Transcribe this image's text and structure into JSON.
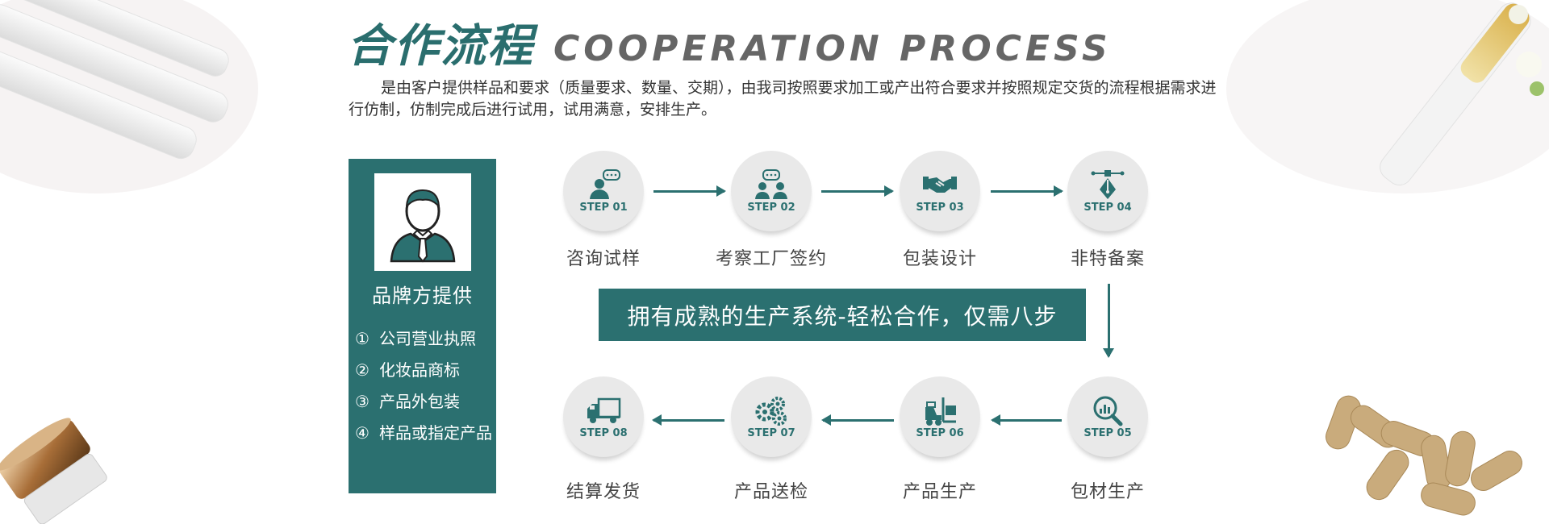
{
  "header": {
    "title_cn": "合作流程",
    "title_en": "COOPERATION PROCESS",
    "description": "是由客户提供样品和要求（质量要求、数量、交期），由我司按照要求加工或产出符合要求并按照规定交货的流程根据需求进行仿制，仿制完成后进行试用，试用满意，安排生产。"
  },
  "panel": {
    "title": "品牌方提供",
    "items": [
      {
        "num": "①",
        "text": "公司营业执照"
      },
      {
        "num": "②",
        "text": "化妆品商标"
      },
      {
        "num": "③",
        "text": "产品外包装"
      },
      {
        "num": "④",
        "text": "样品或指定产品"
      }
    ]
  },
  "banner": "拥有成熟的生产系统-轻松合作，仅需八步",
  "steps": [
    {
      "label": "STEP 01",
      "name": "咨询试样",
      "icon": "consultant-chat-icon"
    },
    {
      "label": "STEP 02",
      "name": "考察工厂签约",
      "icon": "meeting-icon"
    },
    {
      "label": "STEP 03",
      "name": "包装设计",
      "icon": "handshake-icon"
    },
    {
      "label": "STEP 04",
      "name": "非特备案",
      "icon": "pen-tool-icon"
    },
    {
      "label": "STEP 05",
      "name": "包材生产",
      "icon": "magnifier-chart-icon"
    },
    {
      "label": "STEP 06",
      "name": "产品生产",
      "icon": "forklift-icon"
    },
    {
      "label": "STEP 07",
      "name": "产品送检",
      "icon": "gears-icon"
    },
    {
      "label": "STEP 08",
      "name": "结算发货",
      "icon": "delivery-truck-icon"
    }
  ],
  "colors": {
    "accent": "#2b7070",
    "step_bg": "#e9e9e9",
    "title_en": "#666666"
  }
}
